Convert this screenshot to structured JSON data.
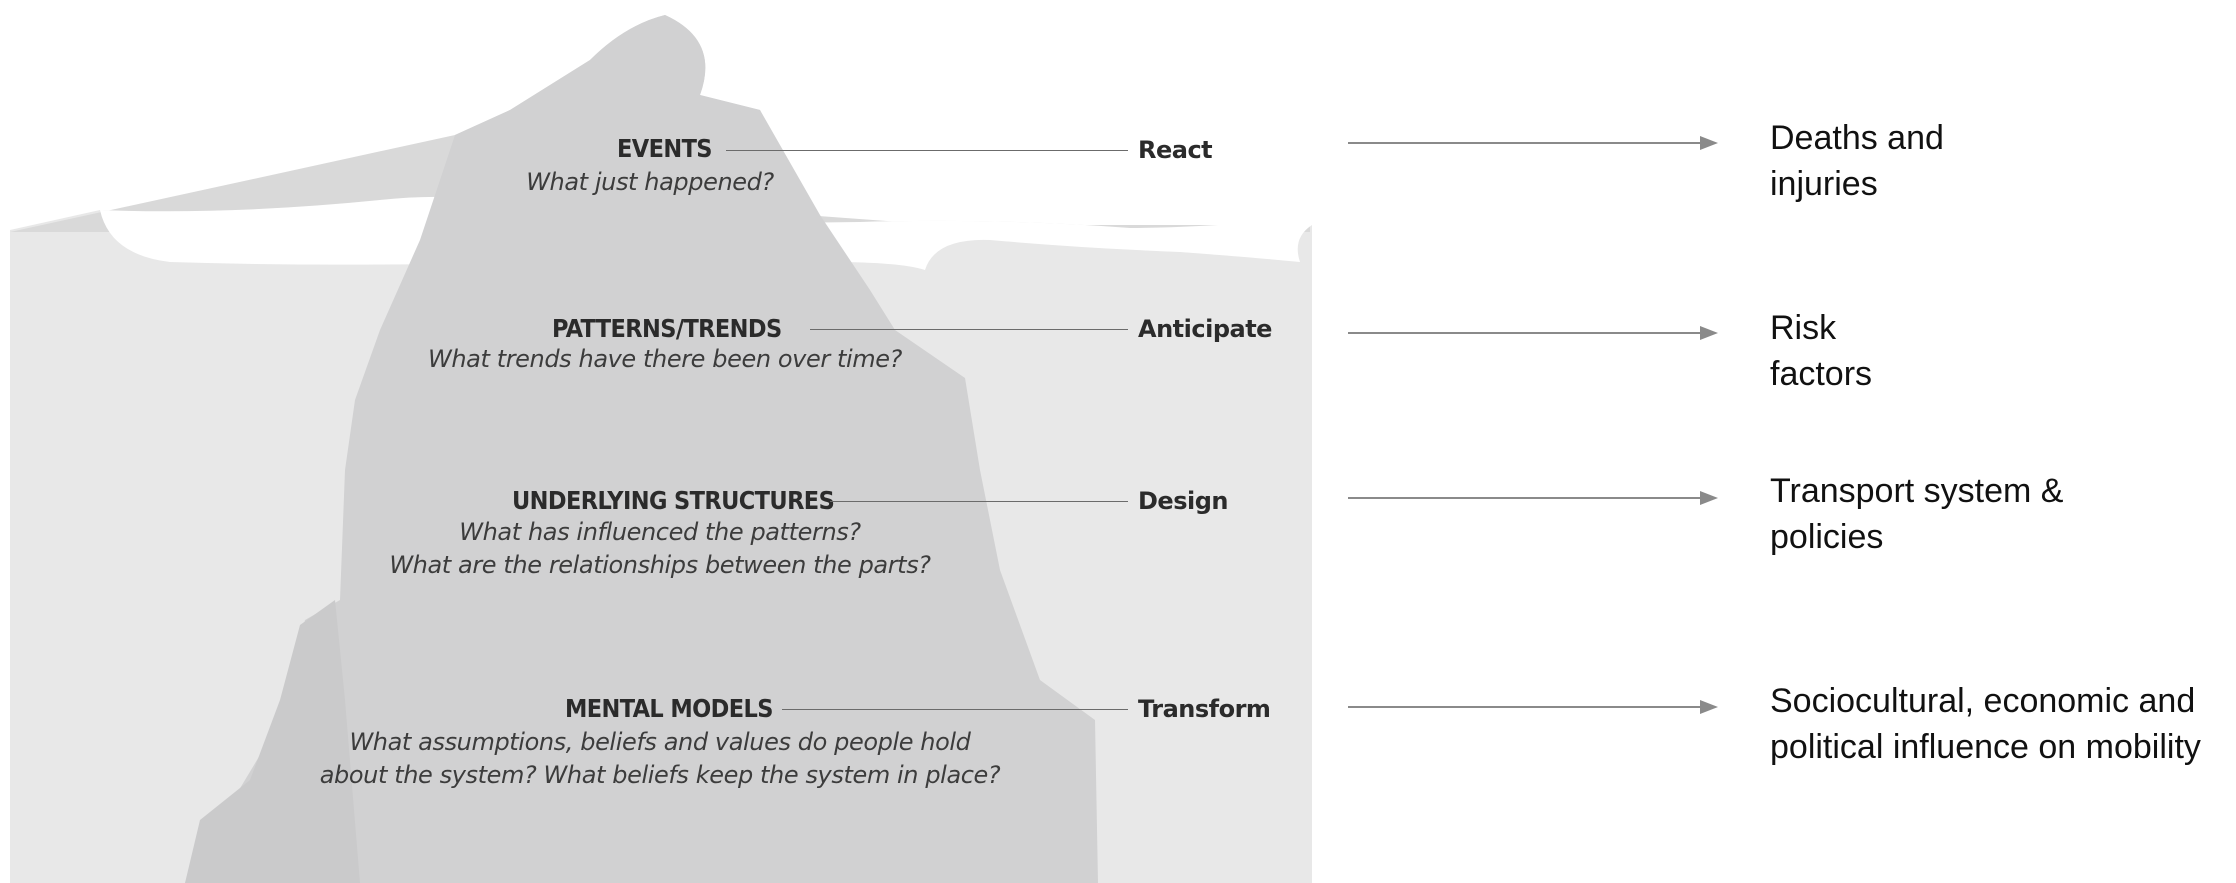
{
  "diagram": {
    "levels": [
      {
        "title": "EVENTS",
        "questions": [
          "What just happened?"
        ],
        "action": "React",
        "outcome": [
          "Deaths and",
          "injuries"
        ]
      },
      {
        "title": "PATTERNS/TRENDS",
        "questions": [
          "What trends have there been over time?"
        ],
        "action": "Anticipate",
        "outcome": [
          "Risk",
          "factors"
        ]
      },
      {
        "title": "UNDERLYING STRUCTURES",
        "questions": [
          "What has influenced the patterns?",
          "What are the relationships between the parts?"
        ],
        "action": "Design",
        "outcome": [
          "Transport system &",
          "policies"
        ]
      },
      {
        "title": "MENTAL MODELS",
        "questions": [
          "What assumptions, beliefs and values do people hold",
          "about the system? What beliefs keep the system in place?"
        ],
        "action": "Transform",
        "outcome": [
          "Sociocultural, economic and",
          "political influence on mobility"
        ]
      }
    ],
    "colors": {
      "water": "#e8e8e8",
      "iceberg_above_water": "#dadada",
      "iceberg_below_water": "#d0d0d1",
      "connector": "#6b6b6b",
      "arrow": "#8a8a8a"
    }
  }
}
